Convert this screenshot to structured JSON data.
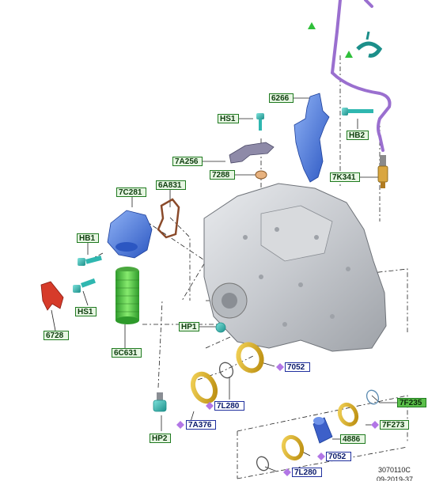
{
  "diagram": {
    "labels": {
      "l_6266": {
        "text": "6266",
        "style": "green"
      },
      "l_hs1a": {
        "text": "HS1",
        "style": "green"
      },
      "l_hb2": {
        "text": "HB2",
        "style": "green"
      },
      "l_7a256": {
        "text": "7A256",
        "style": "green"
      },
      "l_7288": {
        "text": "7288",
        "style": "green"
      },
      "l_7k341": {
        "text": "7K341",
        "style": "green"
      },
      "l_7c281": {
        "text": "7C281",
        "style": "green"
      },
      "l_6a831": {
        "text": "6A831",
        "style": "green"
      },
      "l_hb1": {
        "text": "HB1",
        "style": "green"
      },
      "l_hs1b": {
        "text": "HS1",
        "style": "green"
      },
      "l_6728": {
        "text": "6728",
        "style": "green"
      },
      "l_6c631": {
        "text": "6C631",
        "style": "green"
      },
      "l_hp1": {
        "text": "HP1",
        "style": "green"
      },
      "l_7052a": {
        "text": "7052",
        "style": "blue"
      },
      "l_7l280a": {
        "text": "7L280",
        "style": "blue"
      },
      "l_7a376": {
        "text": "7A376",
        "style": "blue"
      },
      "l_hp2": {
        "text": "HP2",
        "style": "green"
      },
      "l_7f235": {
        "text": "7F235",
        "style": "fill"
      },
      "l_7f273": {
        "text": "7F273",
        "style": "green"
      },
      "l_4886": {
        "text": "4886",
        "style": "green"
      },
      "l_7052b": {
        "text": "7052",
        "style": "blue"
      },
      "l_7l280b": {
        "text": "7L280",
        "style": "blue"
      }
    },
    "reference": {
      "code": "3070110C",
      "date": "09-2019-37"
    },
    "colors": {
      "purple_tube": "#9a6fcf",
      "blue_part": "#4a78d8",
      "cyan_fastener": "#2fb7b0",
      "green_filter": "#3fc23a",
      "red_part": "#d63b2a",
      "gold_seal": "#d8ad1a",
      "marker_triangle": "#2fbf3a",
      "marker_diamond": "#b276e6",
      "housing_grey": "#c9ccd0"
    }
  }
}
